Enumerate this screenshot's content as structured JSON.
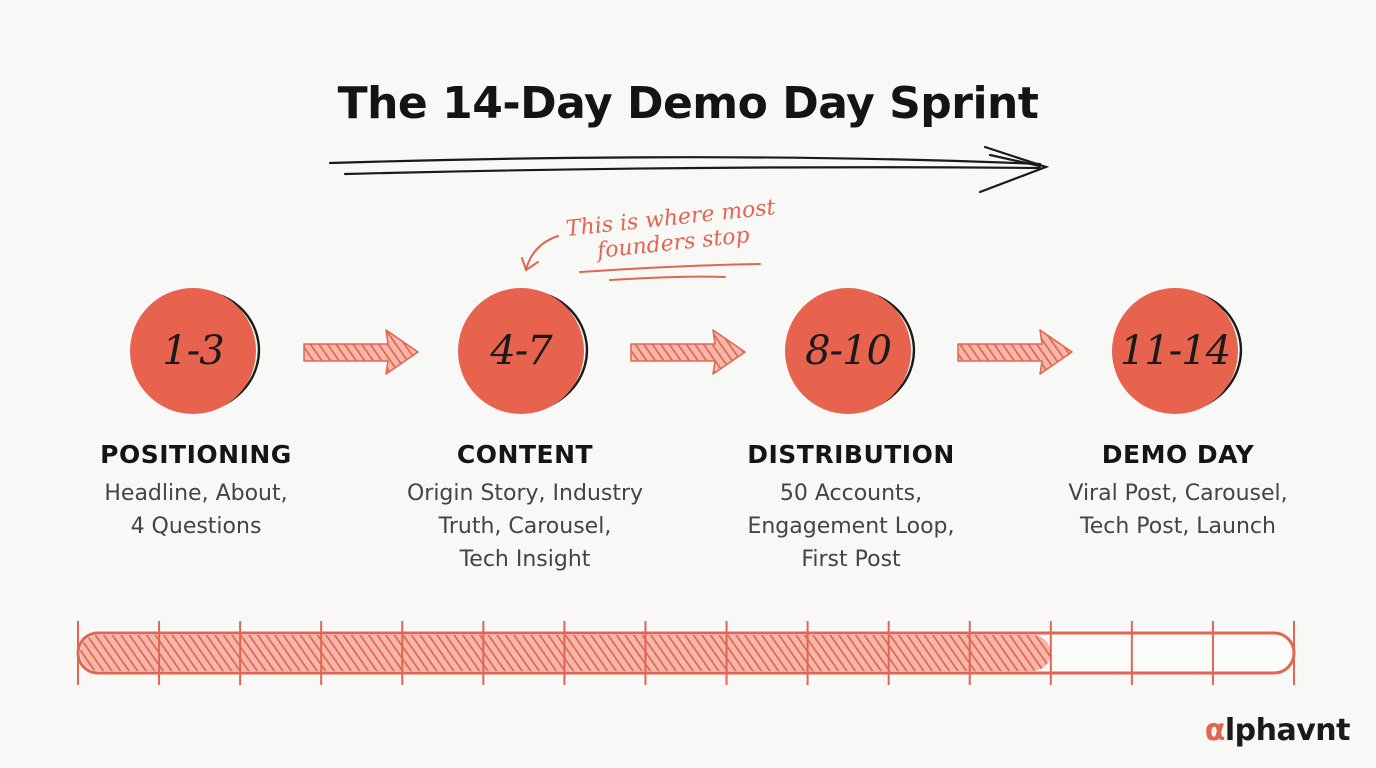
{
  "title": "The 14-Day Demo Day Sprint",
  "note": {
    "line1": "This is where most",
    "line2": "founders stop"
  },
  "stages": [
    {
      "days": "1-3",
      "title": "POSITIONING",
      "desc": "Headline, About,\n4 Questions"
    },
    {
      "days": "4-7",
      "title": "CONTENT",
      "desc": "Origin Story, Industry\nTruth, Carousel,\nTech Insight"
    },
    {
      "days": "8-10",
      "title": "DISTRIBUTION",
      "desc": "50 Accounts,\nEngagement Loop,\nFirst Post"
    },
    {
      "days": "11-14",
      "title": "DEMO DAY",
      "desc": "Viral Post, Carousel,\nTech Post, Launch"
    }
  ],
  "progress": {
    "filled_days": 12,
    "total_days": 15
  },
  "brand": {
    "accent": "α",
    "rest": "lphavnt"
  },
  "colors": {
    "accent": "#e26552",
    "ink": "#1a1a1a"
  }
}
